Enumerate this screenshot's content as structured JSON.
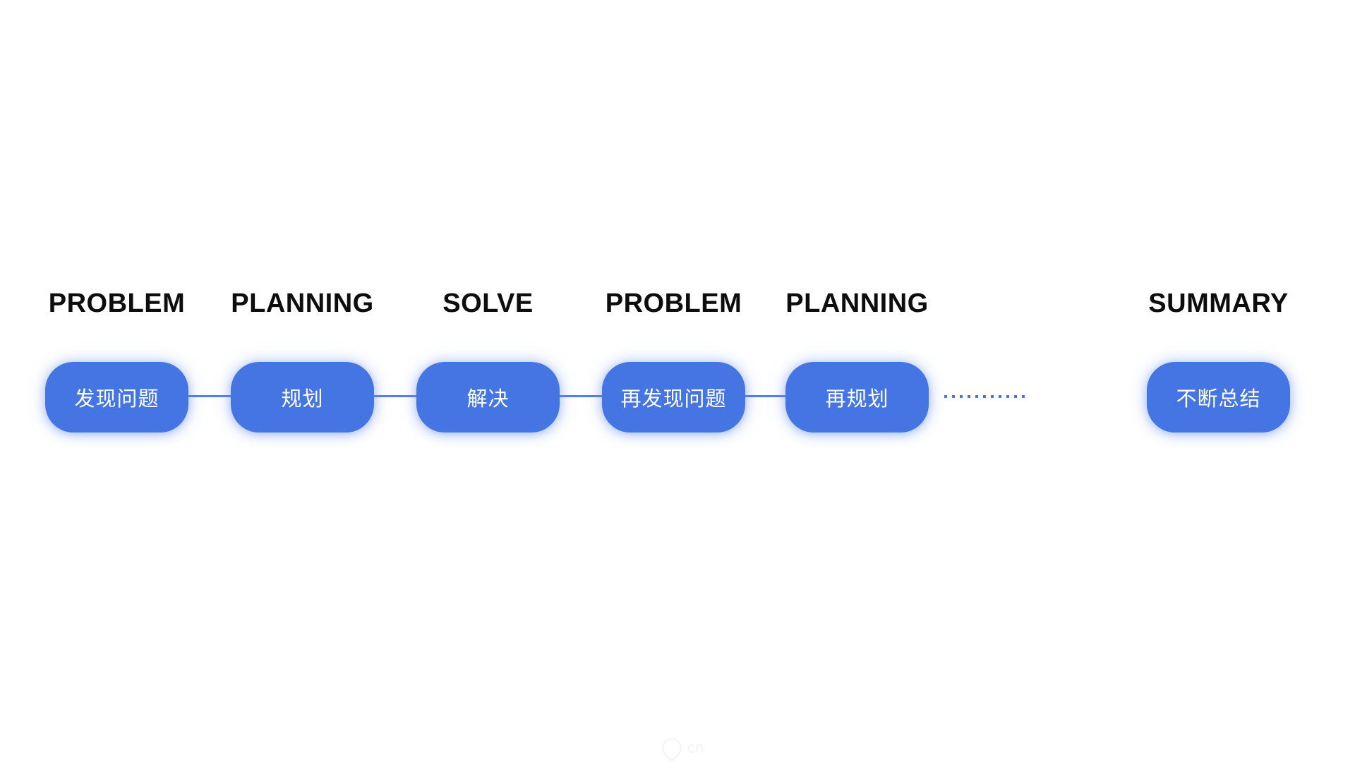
{
  "diagram": {
    "stages": [
      {
        "label": "PROBLEM",
        "node": "发现问题"
      },
      {
        "label": "PLANNING",
        "node": "规划"
      },
      {
        "label": "SOLVE",
        "node": "解决"
      },
      {
        "label": "PROBLEM",
        "node": "再发现问题"
      },
      {
        "label": "PLANNING",
        "node": "再规划"
      },
      {
        "label": "SUMMARY",
        "node": "不断总结"
      }
    ],
    "colors": {
      "pill": "#4475e2",
      "pill-text": "#ffffff",
      "connector": "#5580e6",
      "dot": "#4a77e2",
      "label-text": "#0d0d0d"
    },
    "ellipsis_style": "dotted"
  },
  "watermark": {
    "text": "cn"
  }
}
